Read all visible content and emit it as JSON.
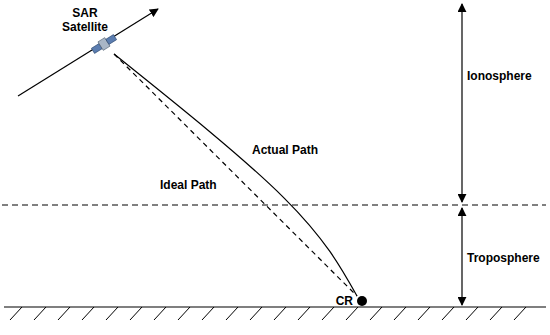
{
  "diagram": {
    "nodes": [
      {
        "text": [
          "SAR Satellite"
        ]
      },
      {
        "text": [
          "CR"
        ]
      }
    ],
    "edges": [
      {
        "from": 0,
        "to": 1,
        "label": "Actual Path",
        "arrow": "none"
      },
      {
        "from": 0,
        "to": 1,
        "label": "Ideal Path",
        "arrow": "none"
      }
    ],
    "labels": [
      "Ionosphere",
      "Troposphere"
    ]
  }
}
